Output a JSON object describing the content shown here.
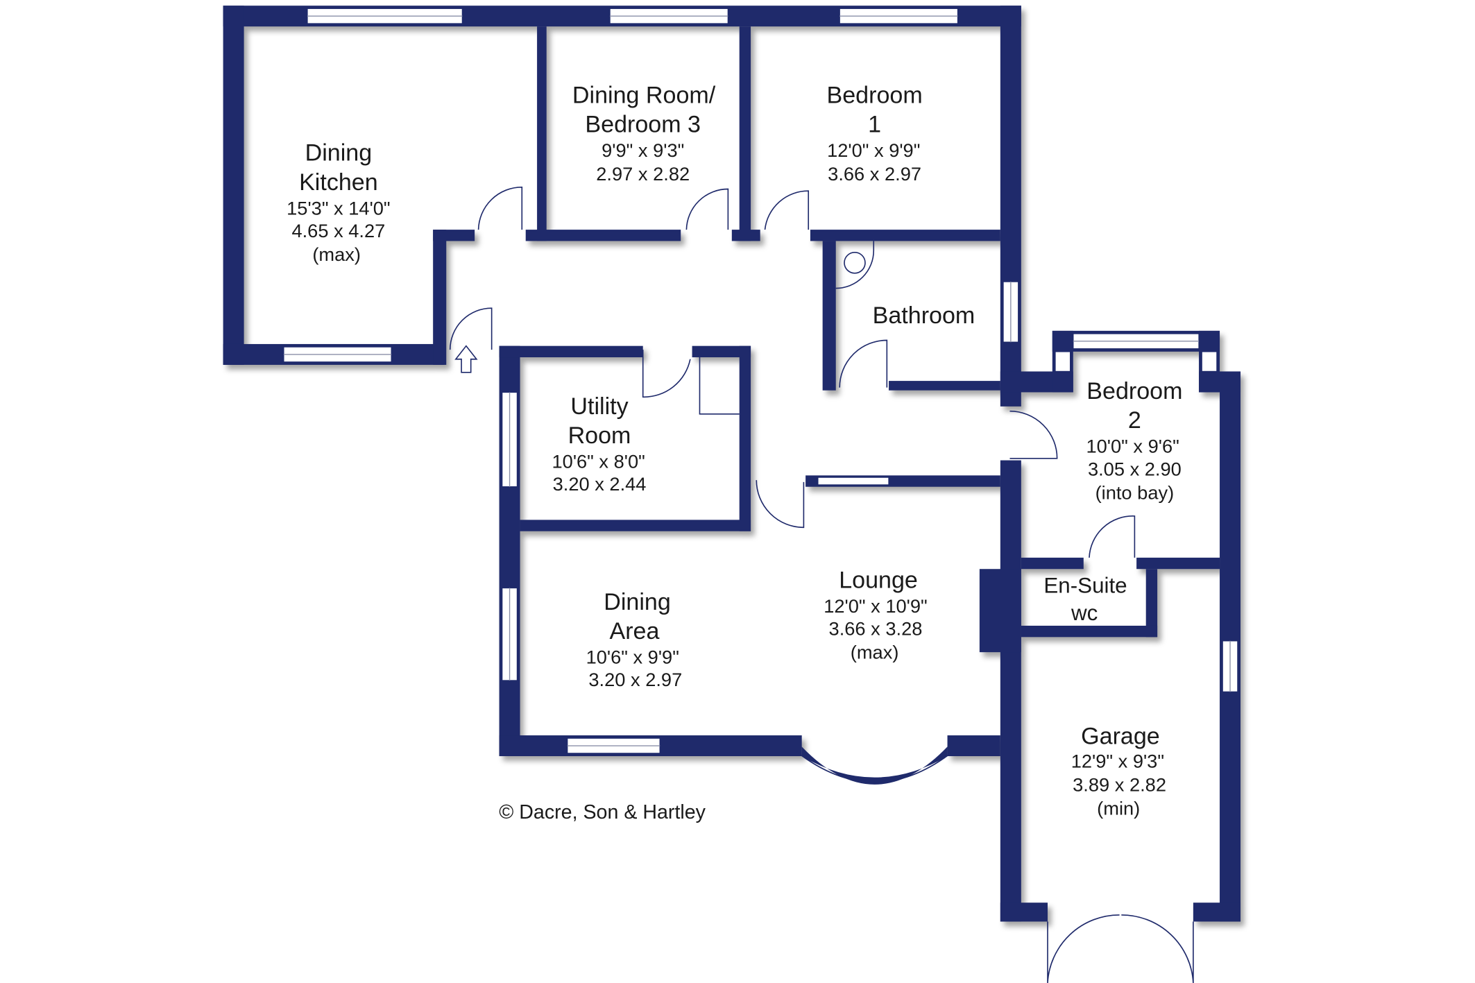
{
  "colors": {
    "wall": "#1f2a6b",
    "background": "#ffffff"
  },
  "rooms": {
    "dining_kitchen": {
      "name1": "Dining",
      "name2": "Kitchen",
      "imperial": "15'3\"  x  14'0\"",
      "metric": "4.65  x  4.27",
      "note": "(max)"
    },
    "dining_room": {
      "name1": "Dining Room/",
      "name2": "Bedroom 3",
      "imperial": "9'9\"  x  9'3\"",
      "metric": "2.97  x  2.82"
    },
    "bedroom1": {
      "name1": "Bedroom",
      "name2": "1",
      "imperial": "12'0\"  x  9'9\"",
      "metric": "3.66  x  2.97"
    },
    "bathroom": {
      "name1": "Bathroom"
    },
    "utility": {
      "name1": "Utility",
      "name2": "Room",
      "imperial": "10'6\"  x  8'0\"",
      "metric": "3.20  x  2.44"
    },
    "bedroom2": {
      "name1": "Bedroom",
      "name2": "2",
      "imperial": "10'0\"  x  9'6\"",
      "metric": "3.05  x  2.90",
      "note": "(into bay)"
    },
    "ensuite": {
      "name1": "En-Suite",
      "name2": "wc"
    },
    "dining_area": {
      "name1": "Dining",
      "name2": "Area",
      "imperial": "10'6\"  x  9'9\"",
      "metric": "3.20  x  2.97"
    },
    "lounge": {
      "name1": "Lounge",
      "imperial": "12'0\"  x  10'9\"",
      "metric": "3.66  x  3.28",
      "note": "(max)"
    },
    "garage": {
      "name1": "Garage",
      "imperial": "12'9\"  x  9'3\"",
      "metric": "3.89  x  2.82",
      "note": "(min)"
    }
  },
  "copyright": "© Dacre, Son & Hartley"
}
